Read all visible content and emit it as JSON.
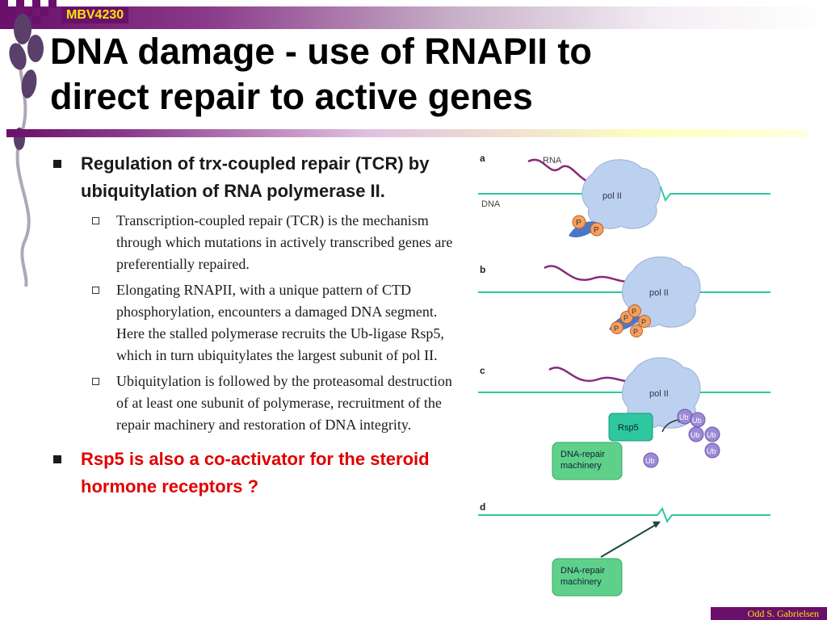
{
  "header": {
    "course_code": "MBV4230",
    "title_line1": "DNA damage - use of RNAPII to",
    "title_line2": "direct repair to active genes"
  },
  "content": {
    "bullet1": "Regulation of trx-coupled repair (TCR) by ubiquitylation of RNA polymerase II.",
    "sub_bullets": [
      "Transcription-coupled repair (TCR) is the mechanism through which mutations in actively transcribed genes are preferentially repaired.",
      "Elongating RNAPII, with a unique pattern of CTD phosphorylation, encounters a damaged DNA segment. Here the stalled polymerase recruits the Ub-ligase Rsp5, which in turn ubiquitylates the largest subunit of pol II.",
      "Ubiquitylation is followed by the proteasomal destruction of at least one subunit of polymerase, recruitment of the repair machinery and restoration of DNA integrity."
    ],
    "bullet2": "Rsp5 is also a co-activator for the steroid hormone receptors ?"
  },
  "figure": {
    "panel_labels": [
      "a",
      "b",
      "c",
      "d"
    ],
    "rna_label": "RNA",
    "dna_label": "DNA",
    "pol_label": "pol II",
    "phospho": "P",
    "ubiquitin": "Ub",
    "ligase": "Rsp5",
    "repair_line1": "DNA-repair",
    "repair_line2": "machinery"
  },
  "footer": {
    "author": "Odd S. Gabrielsen"
  },
  "colors": {
    "purple": "#6a0f6a",
    "yellow": "#f7e700",
    "bullet_red": "#e00000",
    "dna_green": "#2ec7a0",
    "pol_blue": "#bcd0f0",
    "phospho_orange": "#f4a060",
    "ub_purple": "#9c8ad8",
    "repair_green": "#5fd08a"
  }
}
